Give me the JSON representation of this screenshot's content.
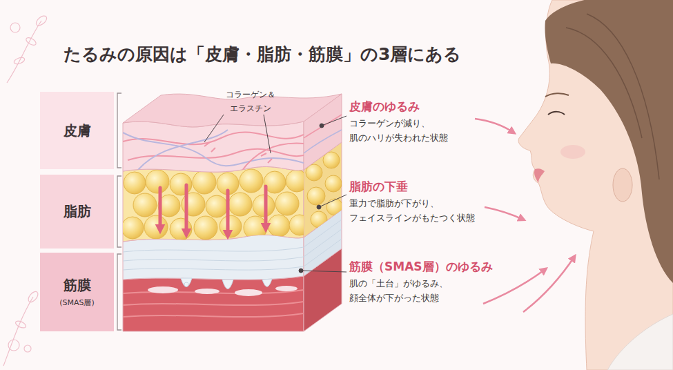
{
  "diagram": {
    "title": "たるみの原因は「皮膚・脂肪・筋膜」の3層にある",
    "nodes": [
      {
        "text": [
          "皮膚"
        ]
      },
      {
        "text": [
          "脂肪"
        ]
      },
      {
        "text": [
          "筋膜",
          "(SMAS層)"
        ]
      }
    ],
    "labels": [
      "コラーゲン＆ エラスチン",
      "皮膚のゆるみ",
      "コラーゲンが減り、 肌のハリが失われた状態",
      "脂肪の下垂",
      "重力で脂肪が下がり、 フェイスラインがもたつく状態",
      "筋膜（SMAS層）のゆるみ",
      "肌の「土台」がゆるみ、 顔全体が下がった状態"
    ]
  }
}
